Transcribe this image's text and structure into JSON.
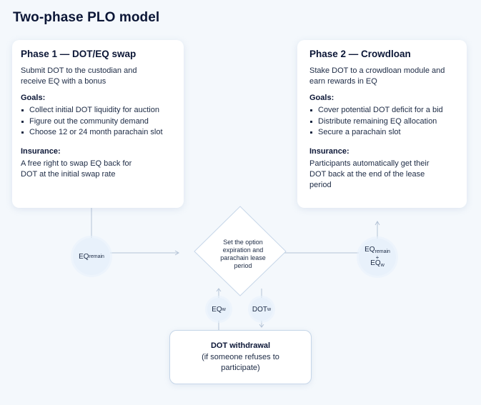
{
  "title": "Two-phase PLO model",
  "phase1": {
    "heading": "Phase 1 — DOT/EQ swap",
    "description": "Submit DOT to the custodian and receive EQ with a bonus",
    "goals_label": "Goals:",
    "goals": [
      "Collect initial DOT liquidity for auction",
      "Figure out the community demand",
      "Choose 12 or 24 month parachain slot"
    ],
    "insurance_label": "Insurance:",
    "insurance": "A free right to swap EQ back for DOT at the initial swap rate"
  },
  "phase2": {
    "heading": "Phase 2 — Crowdloan",
    "description": "Stake DOT to a crowdloan module and earn rewards in EQ",
    "goals_label": "Goals:",
    "goals": [
      "Cover potential DOT deficit for a bid",
      "Distribute remaining EQ allocation",
      "Secure a parachain slot"
    ],
    "insurance_label": "Insurance:",
    "insurance": "Participants automatically get their DOT back at the end of the lease period"
  },
  "nodes": {
    "eq_remain": {
      "main": "EQ",
      "sub": "remain"
    },
    "decision": "Set the option expiration and parachain lease period",
    "eq_w": {
      "main": "EQ",
      "sub": "w"
    },
    "dot_w": {
      "main": "DOT",
      "sub": "w"
    },
    "right": {
      "line1_main": "EQ",
      "line1_sub": "remain",
      "plus": "+",
      "line2_main": "EQ",
      "line2_sub": "w"
    }
  },
  "withdrawal": {
    "title": "DOT withdrawal",
    "subtitle": "(if someone refuses to participate)"
  }
}
